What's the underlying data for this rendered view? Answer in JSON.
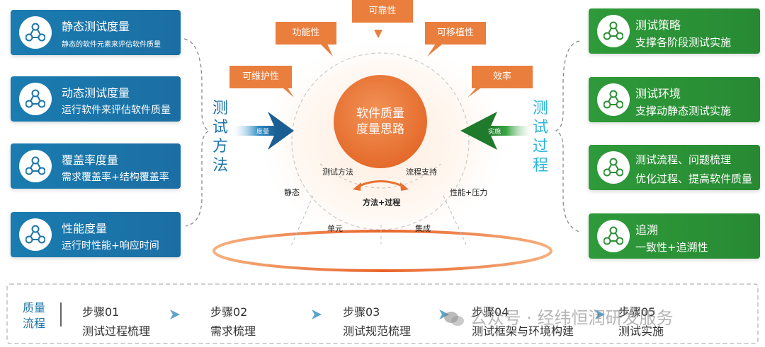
{
  "left_cards": [
    {
      "title": "静态测试度量",
      "desc": "静态的软件元素来评估软件质量"
    },
    {
      "title": "动态测试度量",
      "desc": "运行软件来评估软件质量"
    },
    {
      "title": "覆盖率度量",
      "desc": "需求覆盖率+结构覆盖率"
    },
    {
      "title": "性能度量",
      "desc": "运行时性能+响应时间"
    }
  ],
  "right_cards": [
    {
      "title": "测试策略",
      "desc": "支撑各阶段测试实施"
    },
    {
      "title": "测试环境",
      "desc": "支撑动静态测试实施"
    },
    {
      "title": "测试流程、问题梳理",
      "desc": "优化过程、提高软件质量"
    },
    {
      "title": "追溯",
      "desc": "一致性+追溯性"
    }
  ],
  "left_vertical": "测试方法",
  "right_vertical": "测试过程",
  "left_arrow_label": "度量",
  "right_arrow_label": "实施",
  "center_title_line1": "软件质量",
  "center_title_line2": "度量思路",
  "callouts": {
    "reliability": "可靠性",
    "functionality": "功能性",
    "portability": "可移植性",
    "maintainability": "可维护性",
    "efficiency": "效率"
  },
  "inner_labels": {
    "test_method": "测试方法",
    "process_support": "流程支持",
    "method_process": "方法+过程",
    "static": "静态",
    "perf_stress": "性能+压力",
    "unit": "单元",
    "integration": "集成"
  },
  "bottom": {
    "label_line1": "质量",
    "label_line2": "流程",
    "steps": [
      {
        "title": "步骤01",
        "desc": "测试过程梳理"
      },
      {
        "title": "步骤02",
        "desc": "需求梳理"
      },
      {
        "title": "步骤03",
        "desc": "测试规范梳理"
      },
      {
        "title": "步骤04",
        "desc": "测试框架与环境构建"
      },
      {
        "title": "步骤05",
        "desc": "测试实施"
      }
    ],
    "watermark": "公众号 · 经纬恒润研发服务"
  },
  "colors": {
    "blue": "#1b74a8",
    "green": "#2b8f36",
    "orange": "#ea7e3d",
    "cyan": "#2bb5d8"
  }
}
